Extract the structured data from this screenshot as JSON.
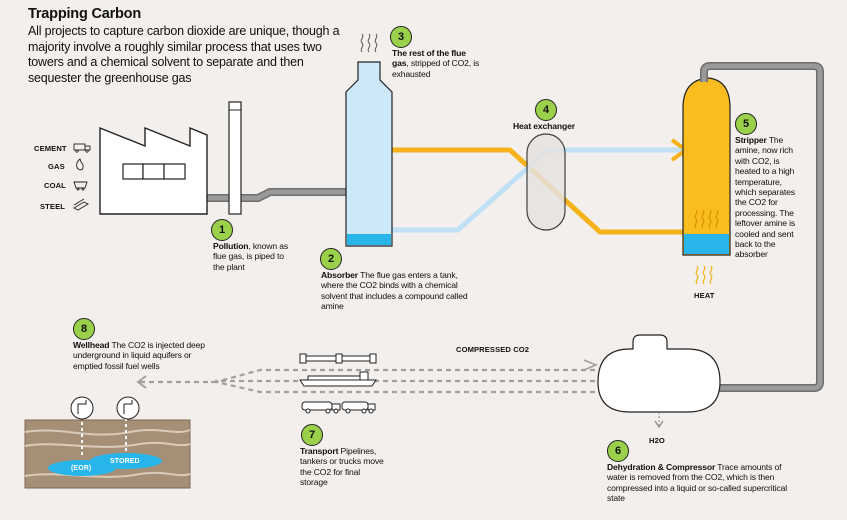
{
  "header": {
    "title": "Trapping Carbon",
    "intro": "All projects to capture carbon dioxide are unique, though a majority involve a roughly similar process that uses two towers and a chemical solvent to separate and then sequester the greenhouse gas"
  },
  "sources": {
    "cement": "CEMENT",
    "gas": "GAS",
    "coal": "COAL",
    "steel": "STEEL"
  },
  "steps": {
    "s1": {
      "num": "1",
      "bold": "Pollution",
      "text": ", known as flue gas, is piped to the plant"
    },
    "s2": {
      "num": "2",
      "bold": "Absorber",
      "text": " The flue gas enters a tank, where the CO2 binds with a chemical solvent that includes a compound called amine"
    },
    "s3": {
      "num": "3",
      "bold": "The rest of the flue gas",
      "text": ", stripped of CO2, is exhausted"
    },
    "s4": {
      "num": "4",
      "bold": "Heat exchanger",
      "text": ""
    },
    "s5": {
      "num": "5",
      "bold": "Stripper",
      "text": " The amine, now rich with CO2, is heated to a high temperature, which separates the CO2 for processing. The leftover amine is cooled and sent back to the absorber"
    },
    "s6": {
      "num": "6",
      "bold": "Dehydration & Compressor",
      "text": " Trace amounts of water is removed from the CO2, which is then compressed into a liquid or so-called supercritical state"
    },
    "s7": {
      "num": "7",
      "bold": "Transport",
      "text": " Pipelines, tankers or trucks move the CO2 for final storage"
    },
    "s8": {
      "num": "8",
      "bold": "Wellhead",
      "text": " The CO2 is injected deep underground in liquid aquifers or emptied fossil fuel wells"
    }
  },
  "labels": {
    "heat": "HEAT",
    "h2o": "H2O",
    "compressed": "COMPRESSED CO2",
    "eor": "(EOR)",
    "stored": "STORED"
  },
  "colors": {
    "background": "#f2efec",
    "badge": "#9bd14a",
    "rich_amine": "#f6b21a",
    "lean_amine": "#bfe0f5",
    "pipe_gray": "#8a8a8a",
    "absorber_fill": "#cde8f8",
    "absorber_liquid": "#27b5ea",
    "stripper_fill": "#f9bd20",
    "ground": "#a68f77",
    "water": "#28b6ea"
  },
  "icons": [
    "truck-mixer-icon",
    "flame-icon",
    "coal-cart-icon",
    "steel-beam-icon",
    "factory-icon",
    "heat-waves-icon",
    "pipeline-icon",
    "tanker-ship-icon",
    "truck-icon",
    "wellhead-icon"
  ]
}
